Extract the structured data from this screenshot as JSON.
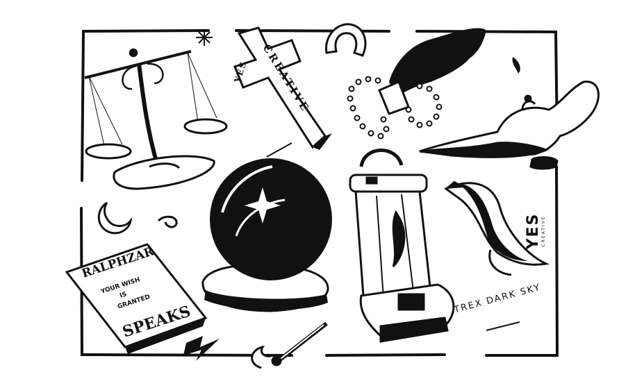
{
  "cross": {
    "text_vertical": "CREATIVE",
    "text_left": "YES"
  },
  "poster": {
    "headline": "RALPHZAR",
    "line1": "YOUR WISH",
    "line2": "IS",
    "line3": "GRANTED",
    "footer": "SPEAKS"
  },
  "credits": {
    "logo_main": "YES",
    "logo_sub": "CREATIVE",
    "tagline": "TREX DARK SKY"
  },
  "colors": {
    "ink": "#111111",
    "paper": "#ffffff"
  }
}
